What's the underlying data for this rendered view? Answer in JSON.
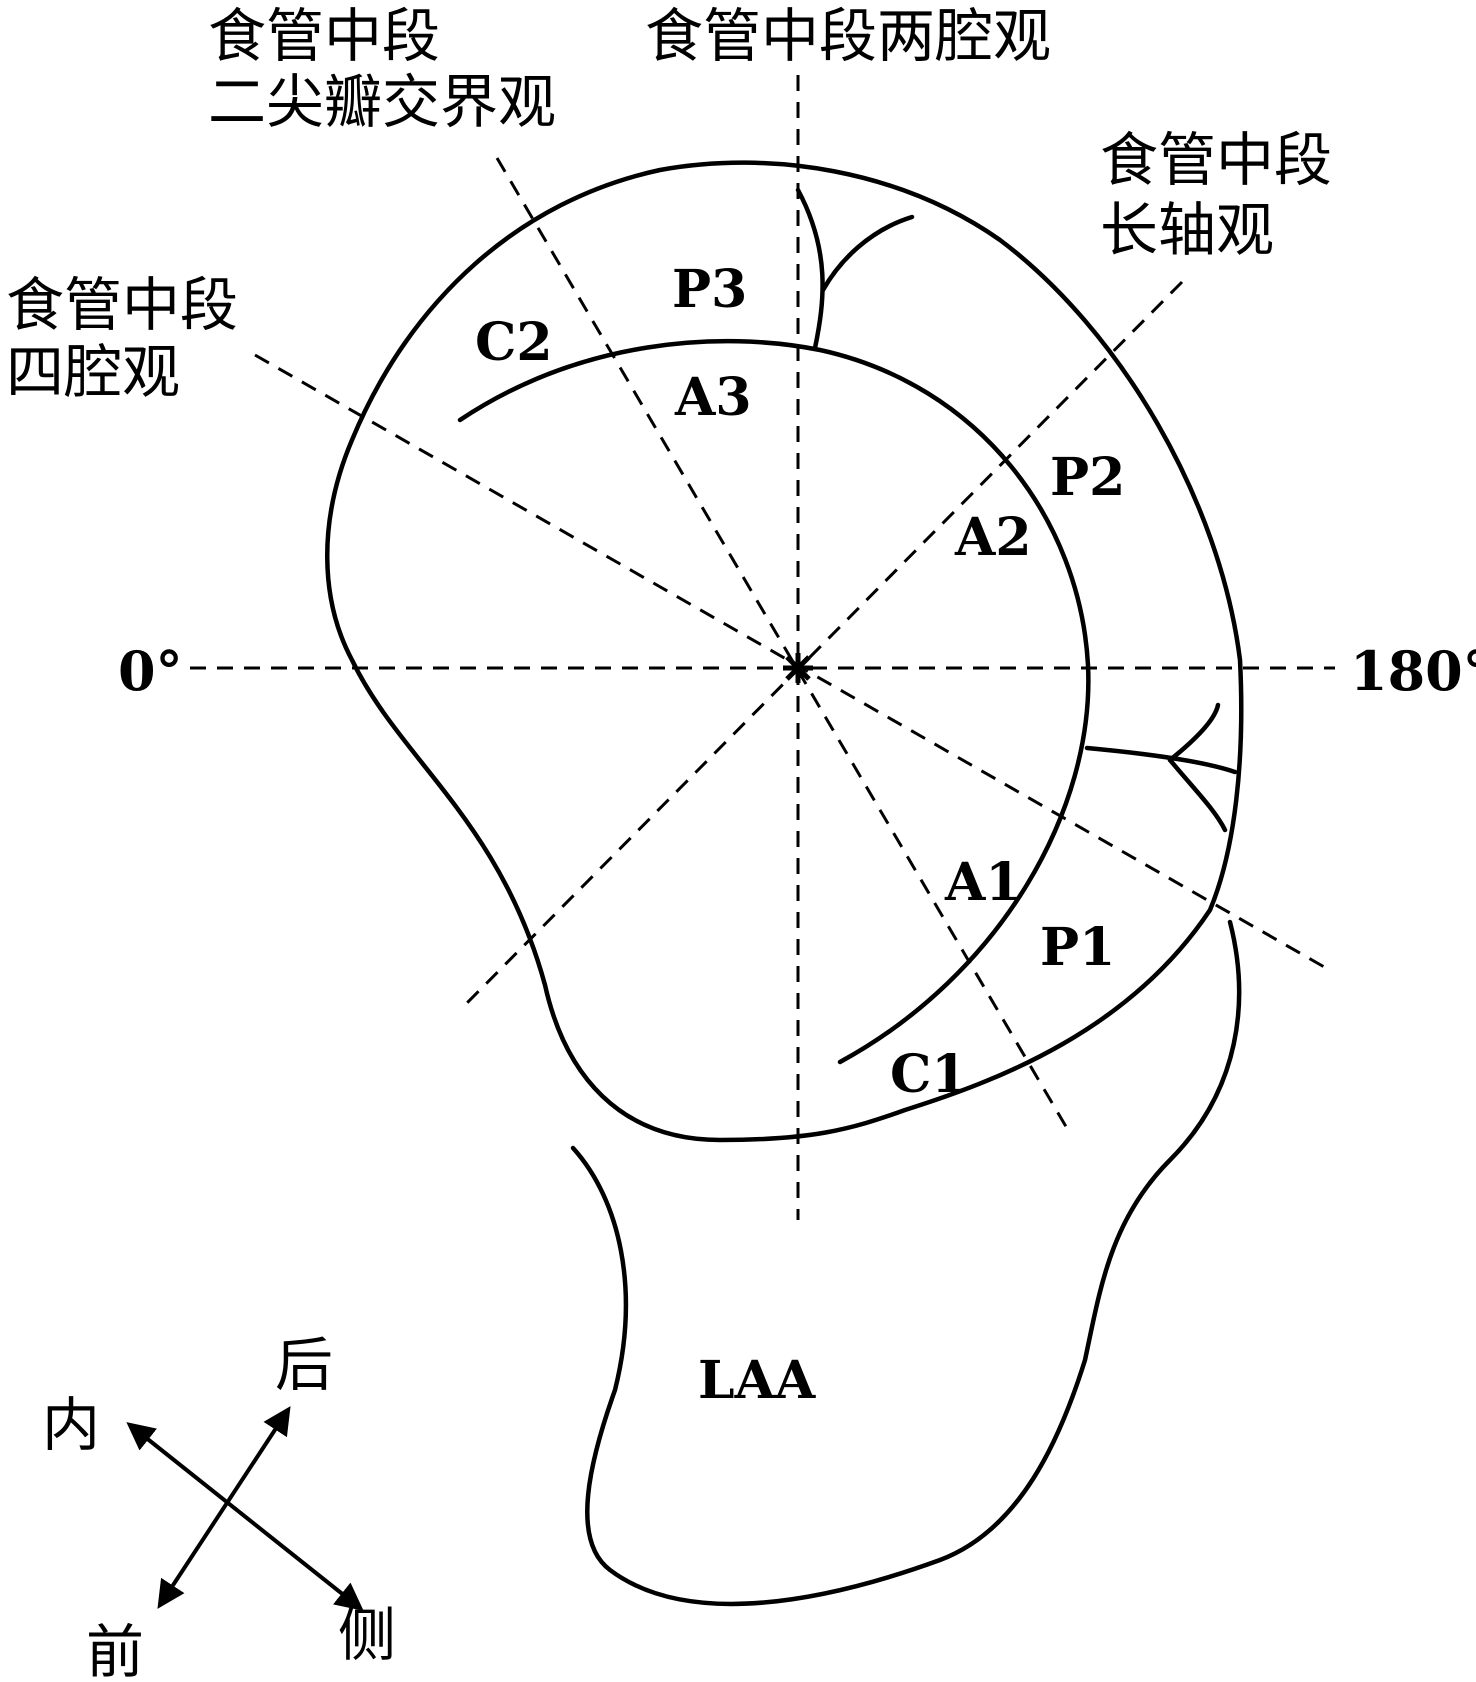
{
  "views": {
    "midesophageal_commissural": [
      "食管中段",
      "二尖瓣交界观"
    ],
    "midesophageal_two_chamber": "食管中段两腔观",
    "midesophageal_long_axis": [
      "食管中段",
      "长轴观"
    ],
    "midesophageal_four_chamber": [
      "食管中段",
      "四腔观"
    ]
  },
  "angles": {
    "start": "0°",
    "end": "180°"
  },
  "segments": {
    "P3": "P3",
    "A3": "A3",
    "C2": "C2",
    "P2": "P2",
    "A2": "A2",
    "A1": "A1",
    "P1": "P1",
    "C1": "C1"
  },
  "appendage": "LAA",
  "orientation": {
    "medial": "内",
    "posterior": "后",
    "anterior": "前",
    "lateral": "侧"
  }
}
